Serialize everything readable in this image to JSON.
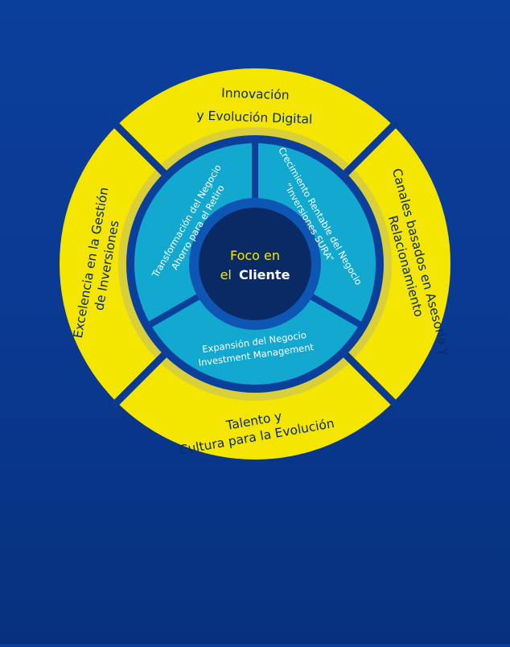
{
  "colors": {
    "background": "#0a3a93",
    "outer_ring": "#f5e600",
    "outer_ring_shadow": "#d9cc1a",
    "inner_band": "#0b3f9c",
    "mid_segments": "#12a8cf",
    "core_ring": "#0e56b4",
    "core": "#0a2a66",
    "outer_text": "#0a2a66",
    "mid_text": "#ffffff",
    "core_text_regular": "#f5e600",
    "core_text_bold": "#ffffff"
  },
  "outer_ring": {
    "top": {
      "line1": "Innovación",
      "line2": "y Evolución Digital"
    },
    "right": {
      "line1": "Canales basados en Asesoría y",
      "line2": "Relacionamiento"
    },
    "bottom": {
      "line1": "Talento y",
      "line2": "Cultura para la Evolución"
    },
    "left": {
      "line1": "Excelencia en la Gestión",
      "line2": "de Inversiones"
    }
  },
  "mid_ring": {
    "left": {
      "line1": "Transformación del Negocio",
      "line2": "Ahorro para el Retiro"
    },
    "right": {
      "line1": "Crecimiento Rentable del Negocio",
      "line2": "“Inversiones SURA”"
    },
    "bottom": {
      "line1": "Expansión del Negocio",
      "line2": "Investment Management"
    }
  },
  "core": {
    "line1": "Foco en",
    "line2_regular": "el",
    "line2_bold": "Cliente"
  }
}
